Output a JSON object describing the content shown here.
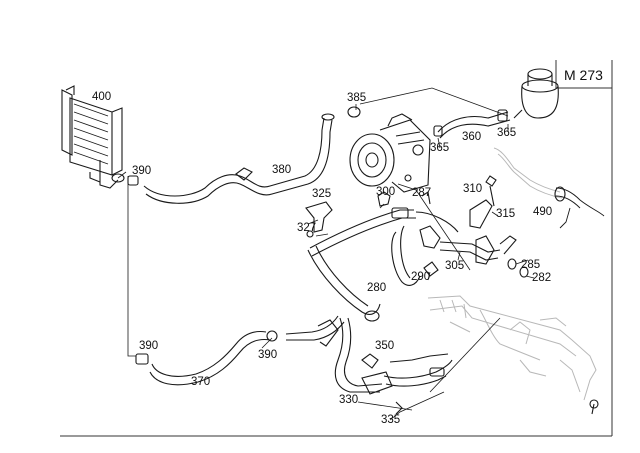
{
  "model_code": "M 273",
  "callouts": [
    {
      "id": "400",
      "name": "oil-cooler"
    },
    {
      "id": "390",
      "name": "hose-clamp-upper"
    },
    {
      "id": "385",
      "name": "clamp-top"
    },
    {
      "id": "380",
      "name": "return-line-upper"
    },
    {
      "id": "365",
      "name": "reservoir-clamp-right"
    },
    {
      "id": "360",
      "name": "reservoir-hose"
    },
    {
      "id": "365",
      "name": "reservoir-clamp-left"
    },
    {
      "id": "287",
      "name": "bolt-287"
    },
    {
      "id": "300",
      "name": "bolt-300"
    },
    {
      "id": "325",
      "name": "bracket-325"
    },
    {
      "id": "327",
      "name": "screw-327"
    },
    {
      "id": "310",
      "name": "bolt-310"
    },
    {
      "id": "315",
      "name": "bracket-315"
    },
    {
      "id": "490",
      "name": "pressure-line-490"
    },
    {
      "id": "280",
      "name": "pressure-hose"
    },
    {
      "id": "290",
      "name": "bolt-290"
    },
    {
      "id": "305",
      "name": "bracket-305"
    },
    {
      "id": "285",
      "name": "seal-285"
    },
    {
      "id": "282",
      "name": "seal-282"
    },
    {
      "id": "390",
      "name": "hose-clamp-lower"
    },
    {
      "id": "390",
      "name": "hose-clamp-mid"
    },
    {
      "id": "370",
      "name": "return-line-lower"
    },
    {
      "id": "350",
      "name": "bolt-350"
    },
    {
      "id": "330",
      "name": "suction-line"
    },
    {
      "id": "335",
      "name": "bracket-335"
    }
  ]
}
